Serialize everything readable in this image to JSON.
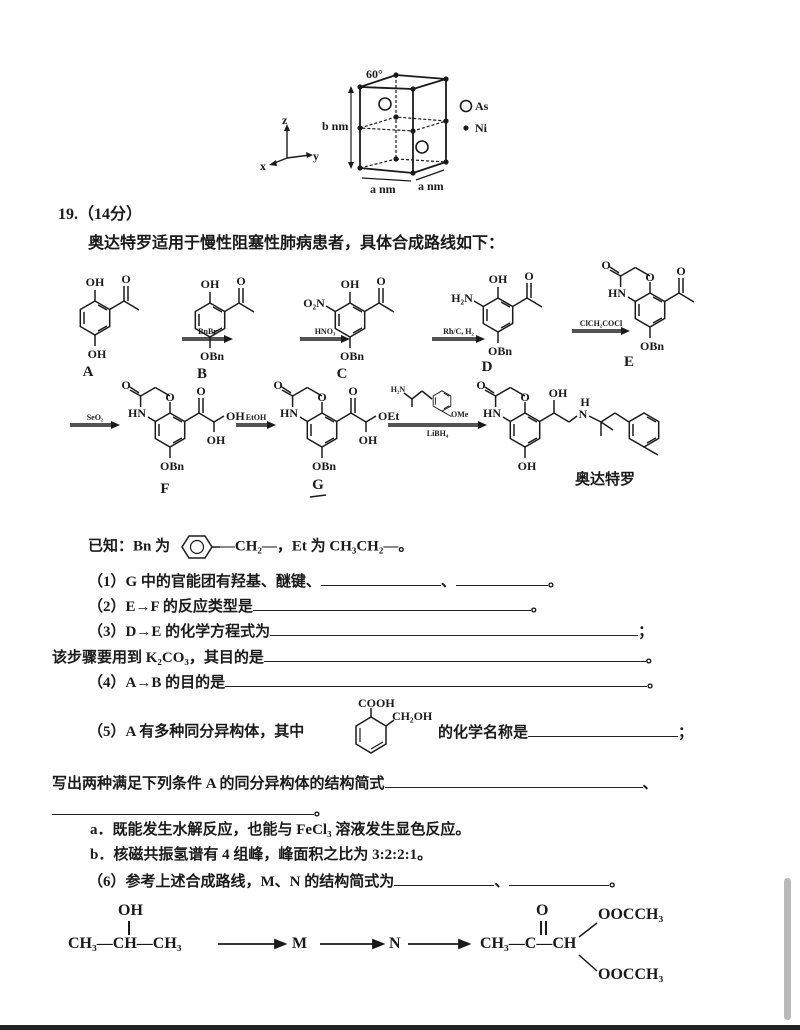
{
  "crystal": {
    "angle": "60°",
    "b_label": "b nm",
    "a_label_front": "a nm",
    "a_label_side": "a nm",
    "legend": [
      {
        "symbol": "open-circle",
        "label": "As"
      },
      {
        "symbol": "filled-dot",
        "label": "Ni"
      }
    ],
    "axes": {
      "z": "z",
      "y": "y",
      "x": "x"
    }
  },
  "question": {
    "number": "19.（14分）",
    "intro": "奥达特罗适用于慢性阻塞性肺病患者，具体合成路线如下："
  },
  "scheme": {
    "compounds": {
      "A": "A",
      "B": "B",
      "C": "C",
      "D": "D",
      "E": "E",
      "F": "F",
      "G": "G",
      "product": "奥达特罗"
    },
    "reagents": {
      "ab": "BnBr",
      "bc": "HNO₃",
      "cd": "Rh/C, H₂",
      "de": "ClCH₂COCl",
      "ef": "SeO₂",
      "fg": "EtOH",
      "g_above_amine": "H₂N",
      "g_above_ome": "OMe",
      "g_below": "LiBH₄"
    },
    "atoms": {
      "oh": "OH",
      "o": "O",
      "obn": "OBn",
      "o2n": "O₂N",
      "h2n": "H₂N",
      "hn": "HN",
      "oet": "OEt",
      "ome": "OMe",
      "n": "N",
      "h": "H",
      "cooh": "COOH",
      "ch2oh": "CH₂OH"
    }
  },
  "known": {
    "prefix": "已知：Bn 为",
    "suffix": "—CH₂—，Et 为 CH₃CH₂—。"
  },
  "questions": {
    "q1": {
      "text": "（1）G 中的官能团有羟基、醚键、",
      "sep": "、",
      "end": "。"
    },
    "q2": {
      "text": "（2）E→F 的反应类型是",
      "end": "。"
    },
    "q3": {
      "text": "（3）D→E 的化学方程式为",
      "end": "；"
    },
    "q3b": {
      "text": "该步骤要用到 K₂CO₃，其目的是",
      "end": "。"
    },
    "q4": {
      "text": "（4）A→B 的目的是",
      "end": "。"
    },
    "q5": {
      "text": "（5）A 有多种同分异构体，其中",
      "mid": "的化学名称是",
      "end": "；"
    },
    "q5b": {
      "text": "写出两种满足下列条件 A 的同分异构体的结构简式",
      "sep": "、",
      "end": "。"
    },
    "cond_a": "a．既能发生水解反应，也能与 FeCl₃ 溶液发生显色反应。",
    "cond_b": "b．核磁共振氢谱有 4 组峰，峰面积之比为 3:2:2:1。",
    "q6": {
      "text": "（6）参考上述合成路线，M、N 的结构简式为",
      "sep": "、",
      "end": "。"
    }
  },
  "route6": {
    "oh": "OH",
    "start": "CH₃—CH—CH₃",
    "m": "M",
    "n": "N",
    "end_left": "CH₃—C—CH",
    "o": "O",
    "ester_top": "OOCCH₃",
    "ester_bottom": "OOCCH₃"
  }
}
